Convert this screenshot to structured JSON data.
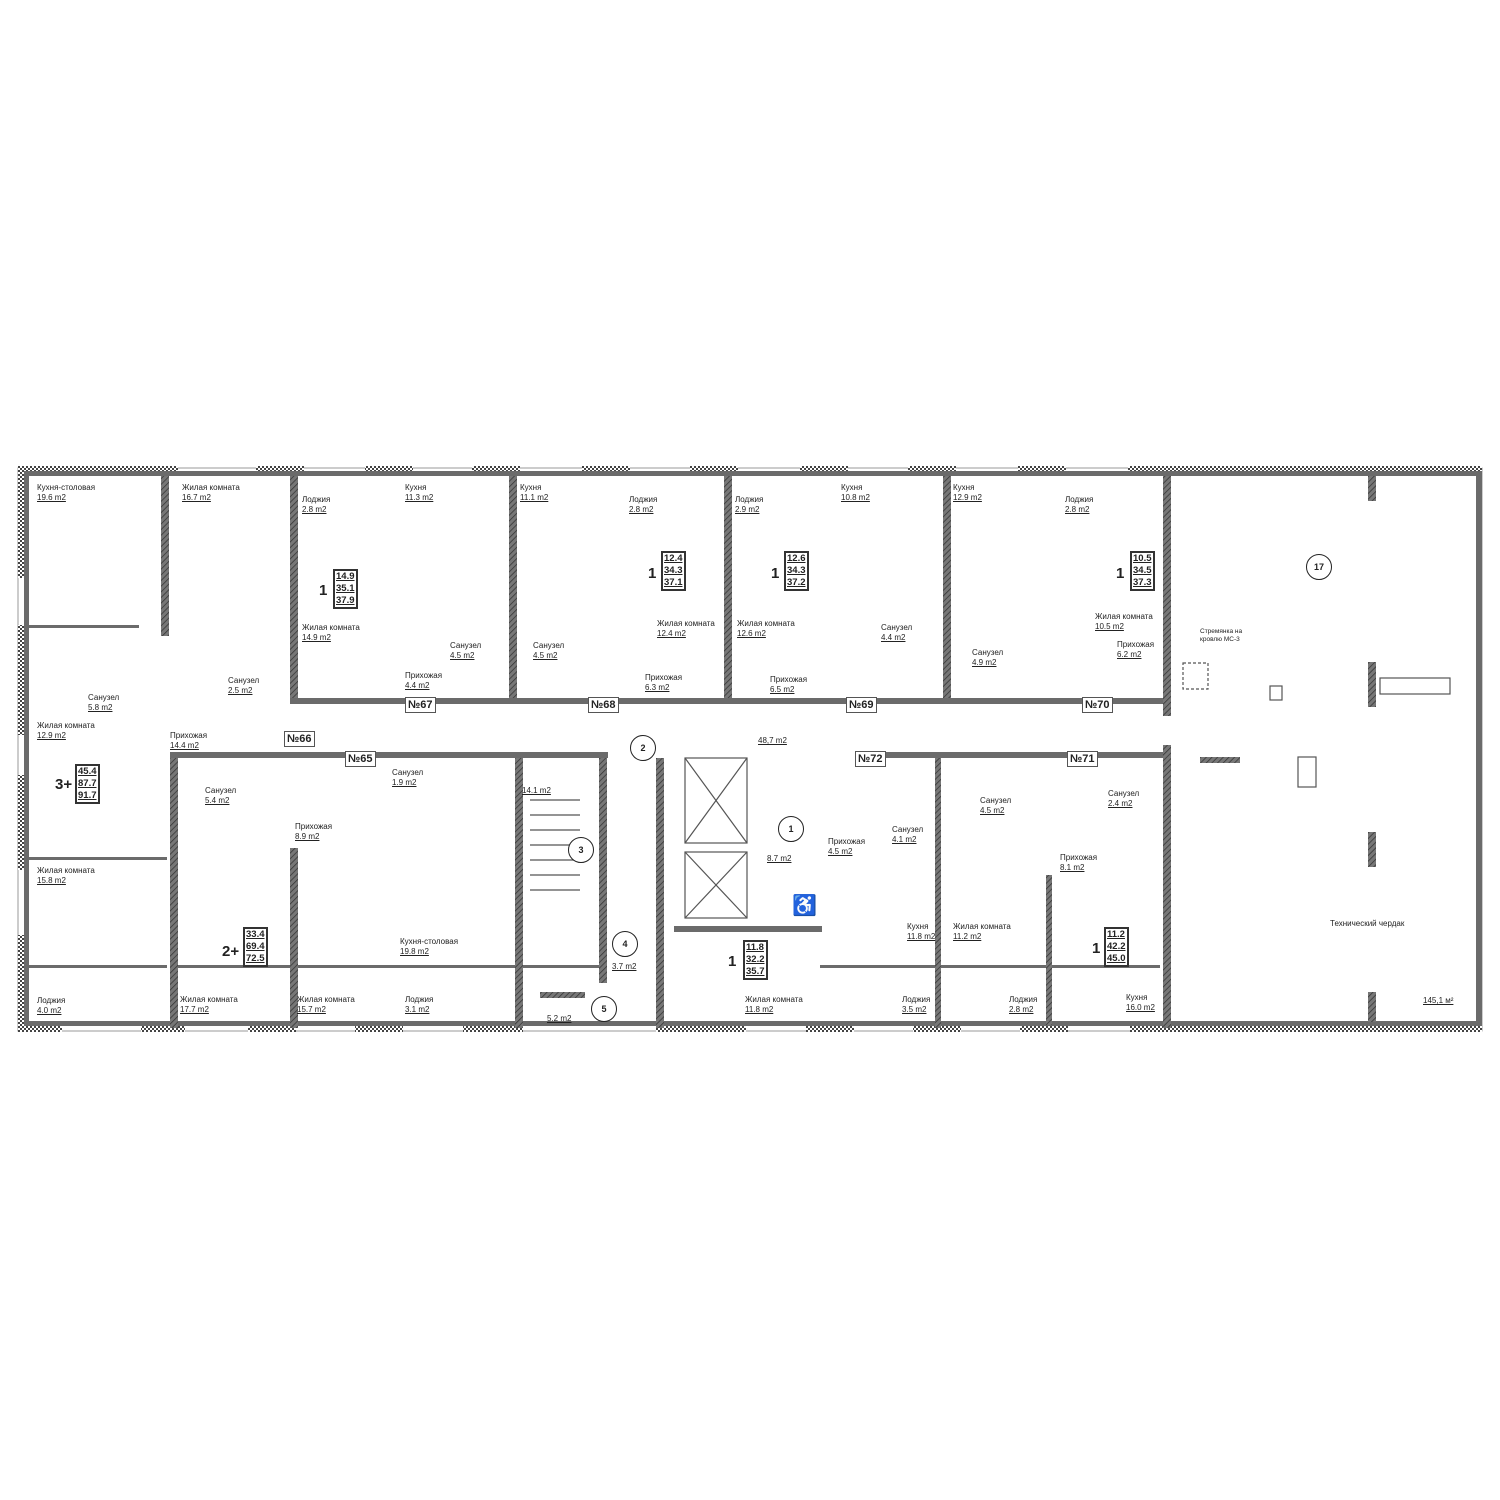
{
  "corridor": {
    "marker": "2",
    "area": "48,7 m2"
  },
  "apartments": [
    {
      "number": "№66",
      "type": "3+",
      "areas": [
        "45.4",
        "87.7",
        "91.7"
      ],
      "rooms": [
        {
          "name": "Кухня-столовая",
          "area": "19.6 m2"
        },
        {
          "name": "Жилая комната",
          "area": "16.7 m2"
        },
        {
          "name": "Санузел",
          "area": "5.8 m2"
        },
        {
          "name": "Санузел",
          "area": "2.5 m2"
        },
        {
          "name": "Жилая комната",
          "area": "12.9 m2"
        },
        {
          "name": "Прихожая",
          "area": "14.4 m2"
        },
        {
          "name": "Жилая комната",
          "area": "15.8 m2"
        },
        {
          "name": "Лоджия",
          "area": "4.0 m2"
        }
      ]
    },
    {
      "number": "№67",
      "type": "1",
      "areas": [
        "14.9",
        "35.1",
        "37.9"
      ],
      "rooms": [
        {
          "name": "Лоджия",
          "area": "2.8 m2"
        },
        {
          "name": "Кухня",
          "area": "11.3 m2"
        },
        {
          "name": "Жилая комната",
          "area": "14.9 m2"
        },
        {
          "name": "Санузел",
          "area": "4.5 m2"
        },
        {
          "name": "Прихожая",
          "area": "4.4 m2"
        }
      ]
    },
    {
      "number": "№68",
      "type": "1",
      "areas": [
        "12.4",
        "34.3",
        "37.1"
      ],
      "rooms": [
        {
          "name": "Кухня",
          "area": "11.1 m2"
        },
        {
          "name": "Лоджия",
          "area": "2.8 m2"
        },
        {
          "name": "Санузел",
          "area": "4.5 m2"
        },
        {
          "name": "Жилая комната",
          "area": "12.4 m2"
        },
        {
          "name": "Прихожая",
          "area": "6.3 m2"
        }
      ]
    },
    {
      "number": "№69",
      "type": "1",
      "areas": [
        "12.6",
        "34.3",
        "37.2"
      ],
      "rooms": [
        {
          "name": "Лоджия",
          "area": "2.9 m2"
        },
        {
          "name": "Кухня",
          "area": "10.8 m2"
        },
        {
          "name": "Жилая комната",
          "area": "12.6 m2"
        },
        {
          "name": "Прихожая",
          "area": "6.5 m2"
        },
        {
          "name": "Санузел",
          "area": "4.4 m2"
        }
      ]
    },
    {
      "number": "№70",
      "type": "1",
      "areas": [
        "10.5",
        "34.5",
        "37.3"
      ],
      "rooms": [
        {
          "name": "Кухня",
          "area": "12.9 m2"
        },
        {
          "name": "Санузел",
          "area": "4.9 m2"
        },
        {
          "name": "Лоджия",
          "area": "2.8 m2"
        },
        {
          "name": "Жилая комната",
          "area": "10.5 m2"
        },
        {
          "name": "Прихожая",
          "area": "6.2 m2"
        }
      ]
    },
    {
      "number": "№65",
      "type": "2+",
      "areas": [
        "33.4",
        "69.4",
        "72.5"
      ],
      "rooms": [
        {
          "name": "Санузел",
          "area": "5.4 m2"
        },
        {
          "name": "Санузел",
          "area": "1.9 m2"
        },
        {
          "name": "Прихожая",
          "area": "8.9 m2"
        },
        {
          "name": "Кухня-столовая",
          "area": "19.8 m2"
        },
        {
          "name": "Жилая комната",
          "area": "17.7 m2"
        },
        {
          "name": "Жилая комната",
          "area": "15.7 m2"
        },
        {
          "name": "Лоджия",
          "area": "3.1 m2"
        }
      ]
    },
    {
      "number": "№72",
      "type": "1",
      "areas": [
        "11.8",
        "32.2",
        "35.7"
      ],
      "rooms": [
        {
          "name": "Прихожая",
          "area": "4.5 m2"
        },
        {
          "name": "Санузел",
          "area": "4.1 m2"
        },
        {
          "name": "Кухня",
          "area": "11.8 m2"
        },
        {
          "name": "Жилая комната",
          "area": "11.8 m2"
        },
        {
          "name": "Лоджия",
          "area": "3.5 m2"
        }
      ]
    },
    {
      "number": "№71",
      "type": "1",
      "areas": [
        "11.2",
        "42.2",
        "45.0"
      ],
      "rooms": [
        {
          "name": "Санузел",
          "area": "4.5 m2"
        },
        {
          "name": "Жилая комната",
          "area": "11.2 m2"
        },
        {
          "name": "Санузел",
          "area": "2.4 m2"
        },
        {
          "name": "Прихожая",
          "area": "8.1 m2"
        },
        {
          "name": "Лоджия",
          "area": "2.8 m2"
        },
        {
          "name": "Кухня",
          "area": "16.0 m2"
        }
      ]
    }
  ],
  "common": [
    {
      "marker": "1",
      "area": "8.7 m2"
    },
    {
      "marker": "3",
      "area": "14.1 m2"
    },
    {
      "marker": "4",
      "area": "3.7 m2"
    },
    {
      "marker": "5",
      "area": "5.2 m2"
    }
  ],
  "attic": {
    "marker": "17",
    "name": "Технический чердак",
    "area": "145,1 м²",
    "ladder_note": "Стремянка на кровлю МС-3"
  },
  "accessibility_icon": "wheelchair-icon",
  "colors": {
    "wall": "#6b6b6b",
    "accessibility": "#d0131a"
  }
}
